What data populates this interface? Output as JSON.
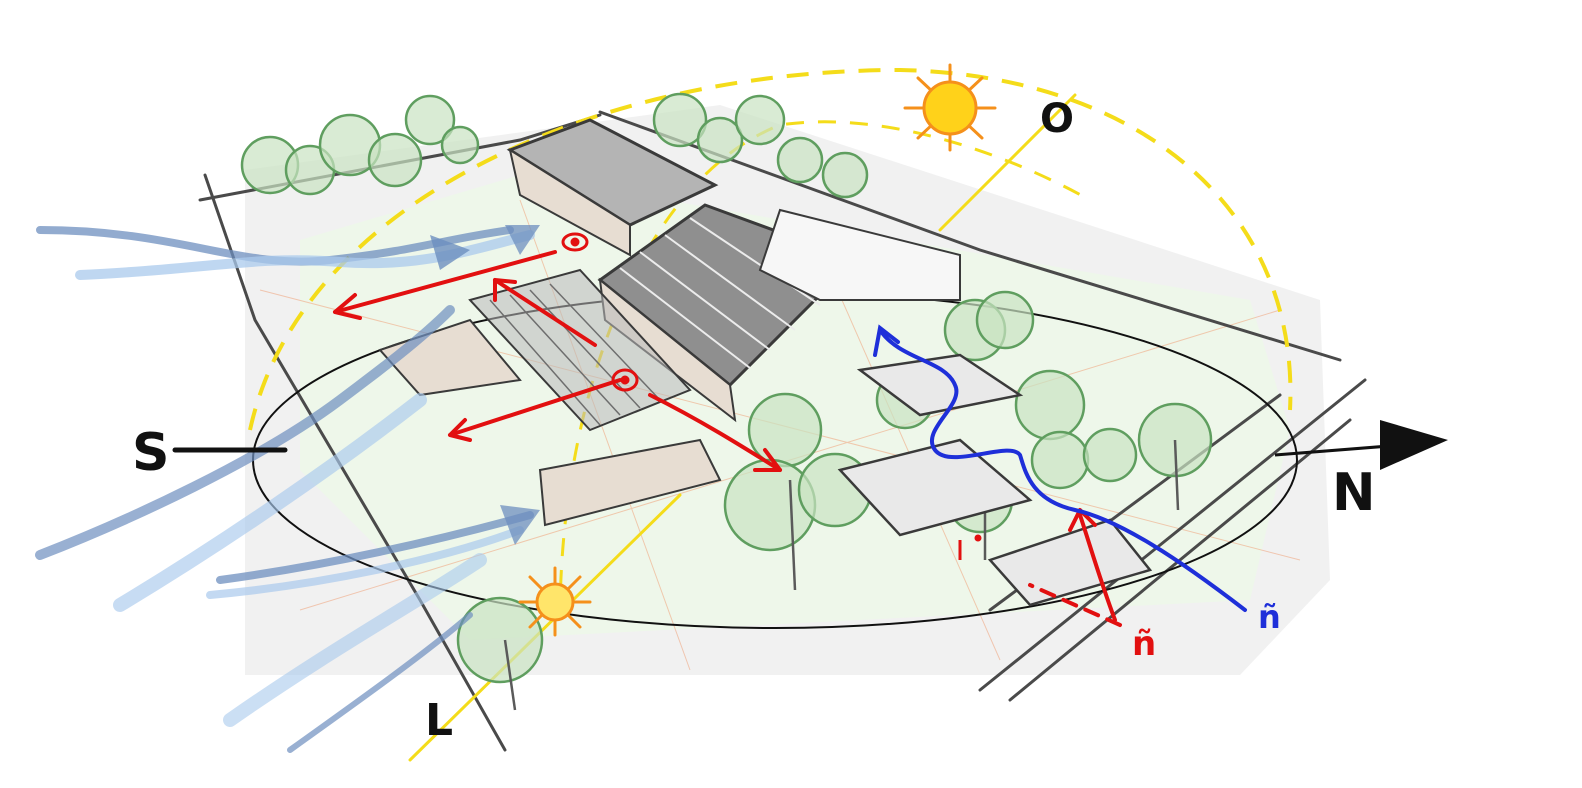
{
  "directions": {
    "south": "S",
    "north": "N",
    "west": "O",
    "east": "L"
  },
  "figures": {
    "red_person": "ñ",
    "blue_person": "ñ"
  },
  "colors": {
    "sun_path": "#f4dc1a",
    "sun": "#f5901b",
    "sun_core": "#ffd21a",
    "wind": "#6d8fbf",
    "wind_light": "#a9c9ec",
    "view_arrows": "#e21010",
    "access_path": "#1e2fd9",
    "vegetation": "#5f9e5f",
    "vegetation_fill": "#c9e2c2",
    "roof": "#9a9a9a",
    "ground": "#eef7ea",
    "ink": "#3a3a3a"
  },
  "icons": [
    "sun-icon",
    "north-arrow-icon",
    "eye-icon",
    "person-icon"
  ]
}
